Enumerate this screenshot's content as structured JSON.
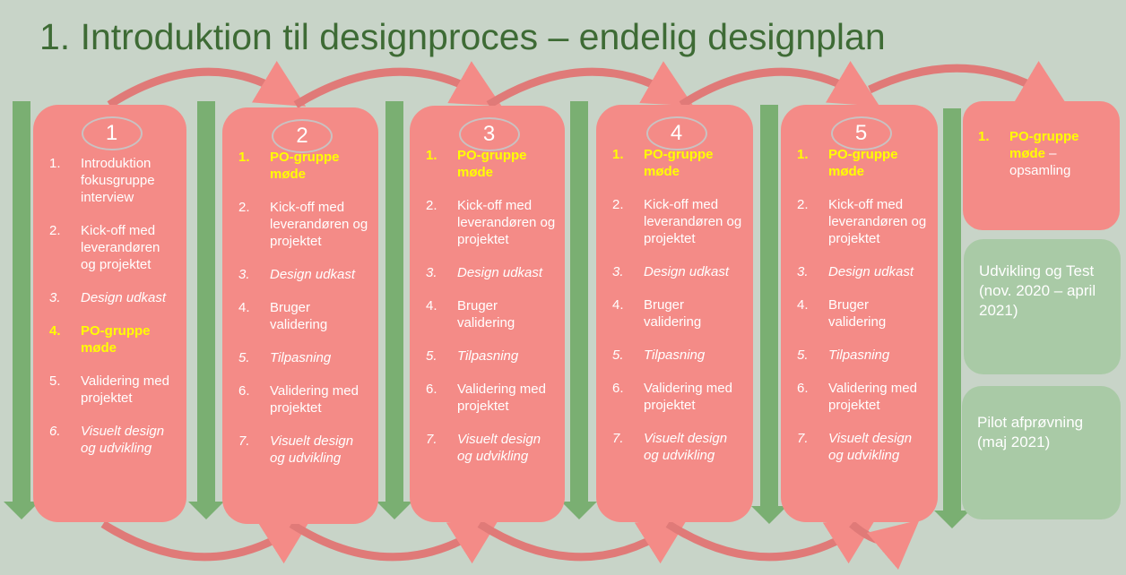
{
  "title": "1. Introduktion til designproces – endelig designplan",
  "colors": {
    "card": "#f48b87",
    "bar": "#7aaf72",
    "side_green": "#a9caa6",
    "highlight": "#ffff00",
    "title": "#3e6b35"
  },
  "cards": [
    {
      "label": "1",
      "items": [
        {
          "num": "1.",
          "text": "Introduktion fokusgruppe interview",
          "style": "normal"
        },
        {
          "num": "2.",
          "text": "Kick-off med leverandøren og projektet",
          "style": "normal"
        },
        {
          "num": "3.",
          "text": "Design udkast",
          "style": "italic"
        },
        {
          "num": "4.",
          "text": "PO-gruppe møde",
          "style": "highlight"
        },
        {
          "num": "5.",
          "text": "Validering med projektet",
          "style": "normal"
        },
        {
          "num": "6.",
          "text": "Visuelt design og udvikling",
          "style": "italic"
        }
      ]
    },
    {
      "label": "2",
      "items": [
        {
          "num": "1.",
          "text": "PO-gruppe møde",
          "style": "highlight"
        },
        {
          "num": "2.",
          "text": "Kick-off med leverandøren og projektet",
          "style": "normal"
        },
        {
          "num": "3.",
          "text": "Design udkast",
          "style": "italic"
        },
        {
          "num": "4.",
          "text": "Bruger validering",
          "style": "normal"
        },
        {
          "num": "5.",
          "text": "Tilpasning",
          "style": "italic"
        },
        {
          "num": "6.",
          "text": "Validering med projektet",
          "style": "normal"
        },
        {
          "num": "7.",
          "text": "Visuelt design og udvikling",
          "style": "italic"
        }
      ]
    },
    {
      "label": "3",
      "items": [
        {
          "num": "1.",
          "text": "PO-gruppe møde",
          "style": "highlight"
        },
        {
          "num": "2.",
          "text": "Kick-off med leverandøren og projektet",
          "style": "normal"
        },
        {
          "num": "3.",
          "text": "Design udkast",
          "style": "italic"
        },
        {
          "num": "4.",
          "text": "Bruger validering",
          "style": "normal"
        },
        {
          "num": "5.",
          "text": "Tilpasning",
          "style": "italic"
        },
        {
          "num": "6.",
          "text": "Validering med projektet",
          "style": "normal"
        },
        {
          "num": "7.",
          "text": "Visuelt design og udvikling",
          "style": "italic"
        }
      ]
    },
    {
      "label": "4",
      "items": [
        {
          "num": "1.",
          "text": "PO-gruppe møde",
          "style": "highlight"
        },
        {
          "num": "2.",
          "text": "Kick-off med leverandøren og projektet",
          "style": "normal"
        },
        {
          "num": "3.",
          "text": "Design udkast",
          "style": "italic"
        },
        {
          "num": "4.",
          "text": "Bruger validering",
          "style": "normal"
        },
        {
          "num": "5.",
          "text": "Tilpasning",
          "style": "italic"
        },
        {
          "num": "6.",
          "text": "Validering med projektet",
          "style": "normal"
        },
        {
          "num": "7.",
          "text": "Visuelt design og udvikling",
          "style": "italic"
        }
      ]
    },
    {
      "label": "5",
      "items": [
        {
          "num": "1.",
          "text": "PO-gruppe møde",
          "style": "highlight"
        },
        {
          "num": "2.",
          "text": "Kick-off med leverandøren og projektet",
          "style": "normal"
        },
        {
          "num": "3.",
          "text": "Design udkast",
          "style": "italic"
        },
        {
          "num": "4.",
          "text": "Bruger validering",
          "style": "normal"
        },
        {
          "num": "5.",
          "text": "Tilpasning",
          "style": "italic"
        },
        {
          "num": "6.",
          "text": "Validering med projektet",
          "style": "normal"
        },
        {
          "num": "7.",
          "text": "Visuelt design og udvikling",
          "style": "italic"
        }
      ]
    }
  ],
  "final": {
    "num": "1.",
    "highlight": "PO-gruppe møde",
    "rest": " – opsamling"
  },
  "development": "Udvikling og Test (nov. 2020 – april 2021)",
  "pilot": "Pilot afprøvning (maj 2021)"
}
